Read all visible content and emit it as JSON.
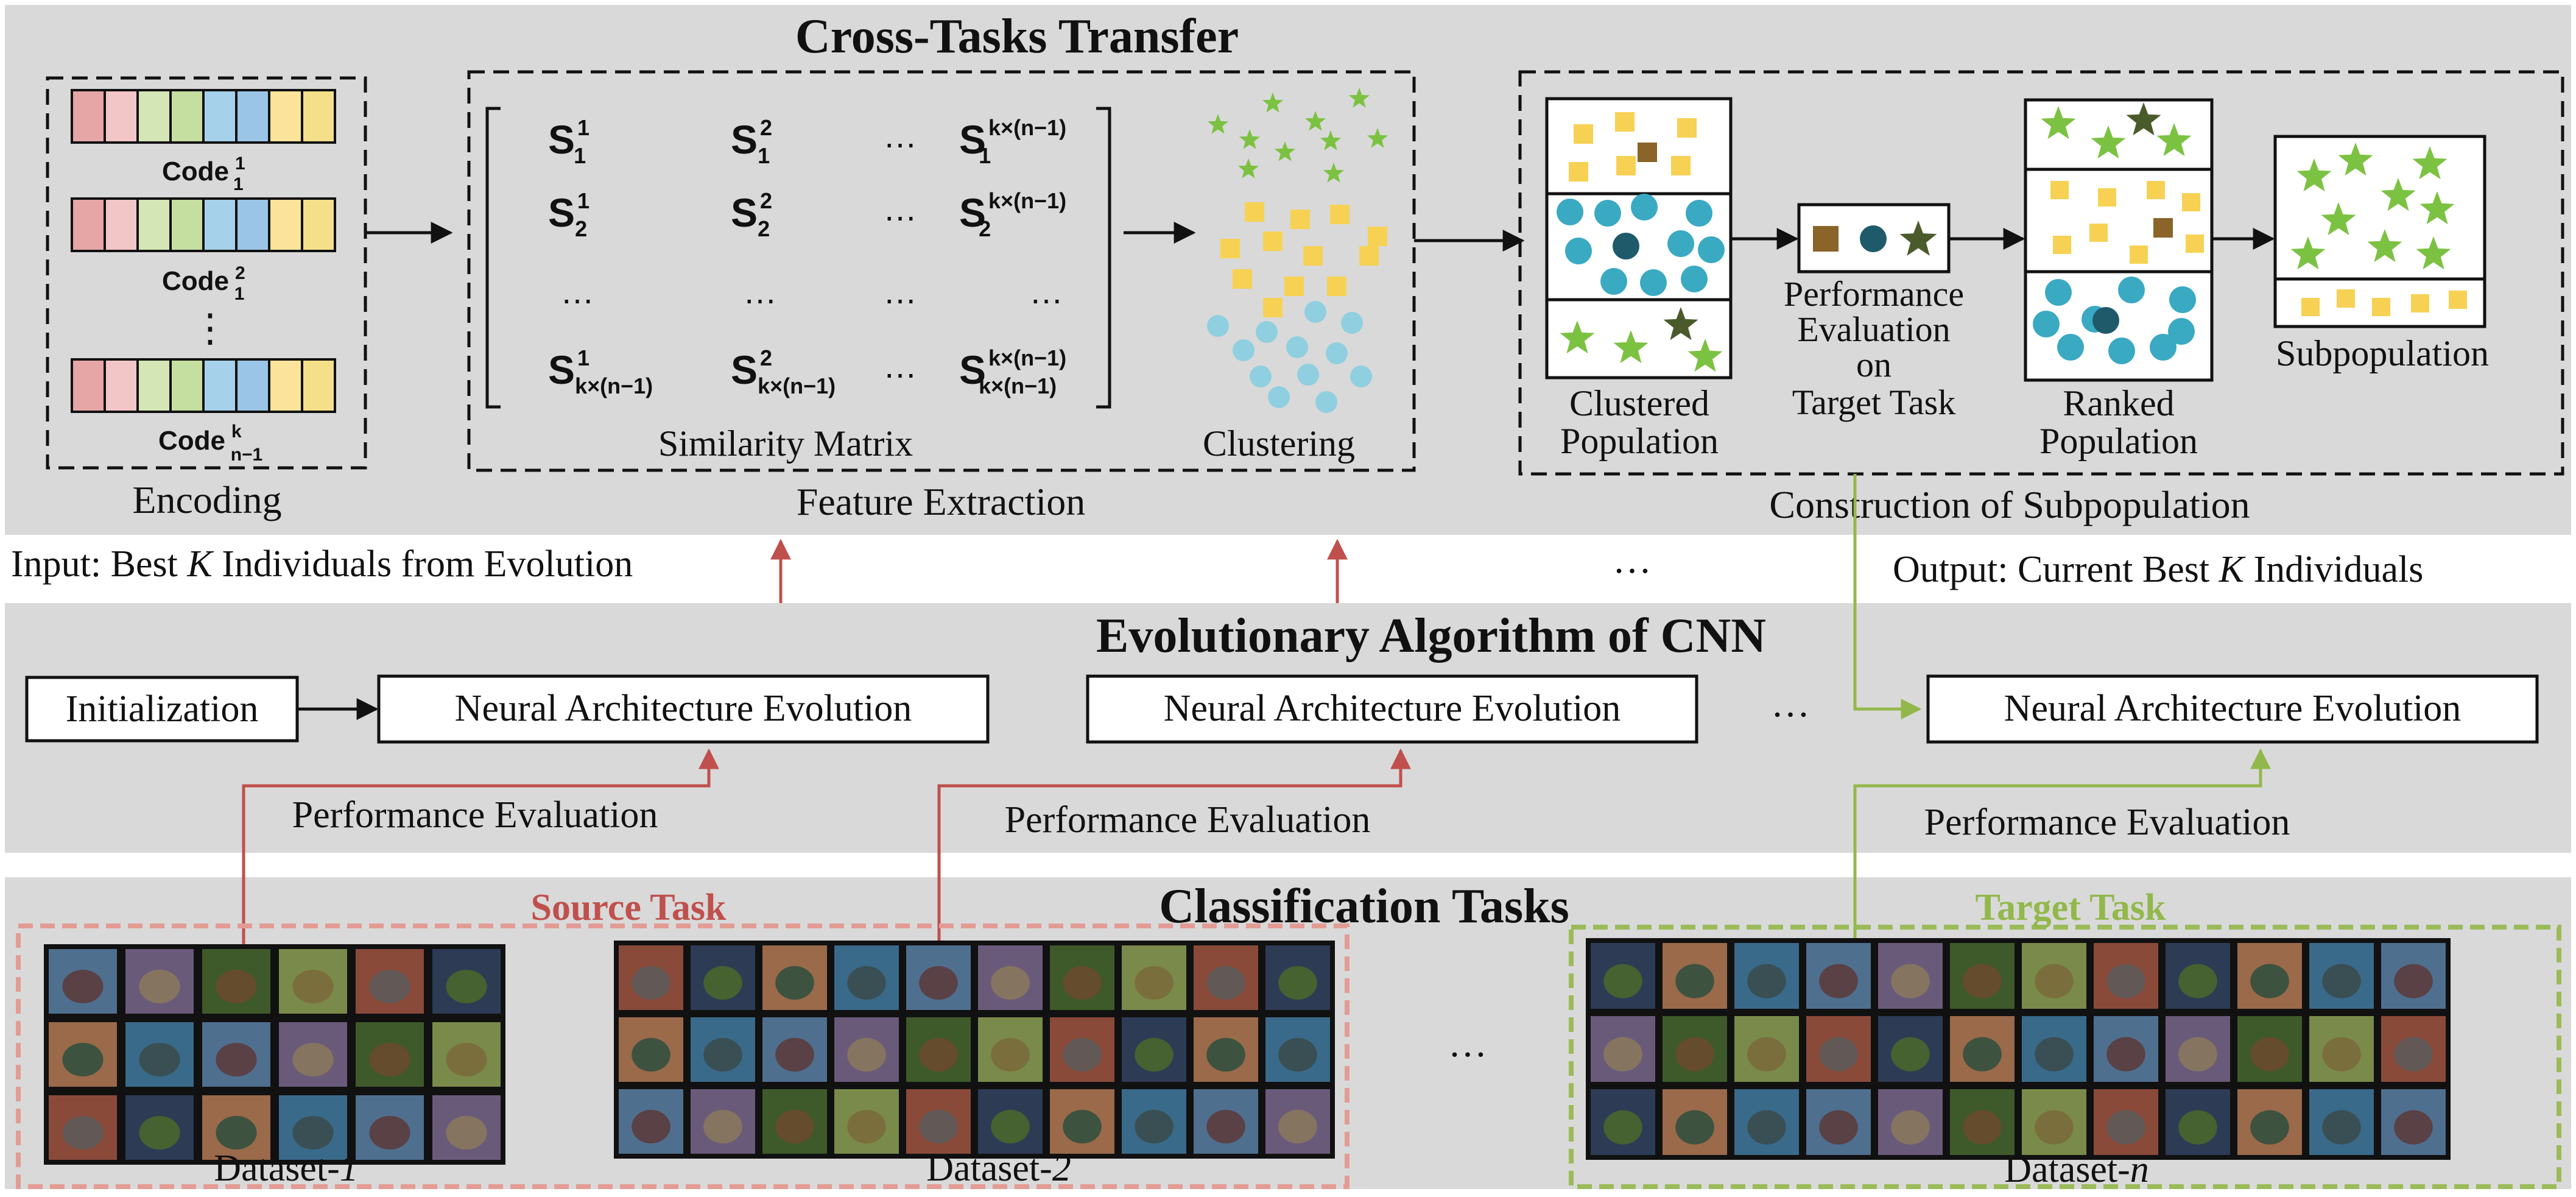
{
  "sections": {
    "cross_tasks_title": "Cross-Tasks Transfer",
    "evolution_title": "Evolutionary Algorithm of CNN",
    "classification_title": "Classification Tasks"
  },
  "encoding": {
    "label": "Encoding",
    "codes": [
      {
        "base": "Code",
        "sup": "1",
        "sub": "1"
      },
      {
        "base": "Code",
        "sup": "2",
        "sub": "1"
      },
      {
        "base": "Code",
        "sup": "k",
        "sub": "n−1"
      }
    ],
    "dots": "⋮"
  },
  "feature_extraction": {
    "label": "Feature Extraction",
    "similarity_label": "Similarity Matrix",
    "clustering_label": "Clustering",
    "matrix_rows": [
      [
        {
          "b": "S",
          "sup": "1",
          "sub": "1"
        },
        {
          "b": "S",
          "sup": "2",
          "sub": "1"
        },
        {
          "b": "…",
          "sup": "",
          "sub": ""
        },
        {
          "b": "S",
          "sup": "k×(n−1)",
          "sub": "1"
        }
      ],
      [
        {
          "b": "S",
          "sup": "1",
          "sub": "2"
        },
        {
          "b": "S",
          "sup": "2",
          "sub": "2"
        },
        {
          "b": "…",
          "sup": "",
          "sub": ""
        },
        {
          "b": "S",
          "sup": "k×(n−1)",
          "sub": "2"
        }
      ],
      [
        {
          "b": "…",
          "sup": "",
          "sub": ""
        },
        {
          "b": "…",
          "sup": "",
          "sub": ""
        },
        {
          "b": "…",
          "sup": "",
          "sub": ""
        },
        {
          "b": "…",
          "sup": "",
          "sub": ""
        }
      ],
      [
        {
          "b": "S",
          "sup": "1",
          "sub": "k×(n−1)"
        },
        {
          "b": "S",
          "sup": "2",
          "sub": "k×(n−1)"
        },
        {
          "b": "…",
          "sup": "",
          "sub": ""
        },
        {
          "b": "S",
          "sup": "k×(n−1)",
          "sub": "k×(n−1)"
        }
      ]
    ]
  },
  "subpopulation": {
    "label": "Construction of Subpopulation",
    "clustered_line1": "Clustered",
    "clustered_line2": "Population",
    "perf_line1": "Performance",
    "perf_line2": "Evaluation",
    "perf_line3": "on",
    "perf_line4": "Target Task",
    "ranked_line1": "Ranked",
    "ranked_line2": "Population",
    "subpop_label": "Subpopulation"
  },
  "io": {
    "input_prefix": "Input: Best ",
    "input_k": "K",
    "input_suffix": " Individuals from Evolution",
    "output_prefix": "Output: Current Best ",
    "output_k": "K",
    "output_suffix": " Individuals",
    "ellipsis": "…"
  },
  "evolution": {
    "init_label": "Initialization",
    "nae_label": "Neural Architecture Evolution",
    "perf_eval": "Performance Evaluation",
    "ellipsis": "…"
  },
  "tasks": {
    "source_label": "Source Task",
    "target_label": "Target Task",
    "ellipsis": "…",
    "dataset_prefix": "Dataset-",
    "dataset_1": "1",
    "dataset_2": "2",
    "dataset_n": "n"
  },
  "colors": {
    "panel": "#d9d9d9",
    "red": "#c0504d",
    "green": "#92b84b",
    "pink_dash": "#e39c94",
    "green_dash": "#9bbb59",
    "star": "#7cc242",
    "star_dark": "#4b5a2b",
    "square": "#f7d154",
    "square_dark": "#8a6428",
    "circle": "#3aa9c2",
    "circle_dark": "#1f5a6b",
    "circle_light": "#8fcfe0",
    "code_cells": [
      "#e6a6a6",
      "#f2c6c6",
      "#d4e6b5",
      "#c4dfa0",
      "#a6d1ea",
      "#9bc5e6",
      "#fbe49a",
      "#f5e08a"
    ]
  }
}
